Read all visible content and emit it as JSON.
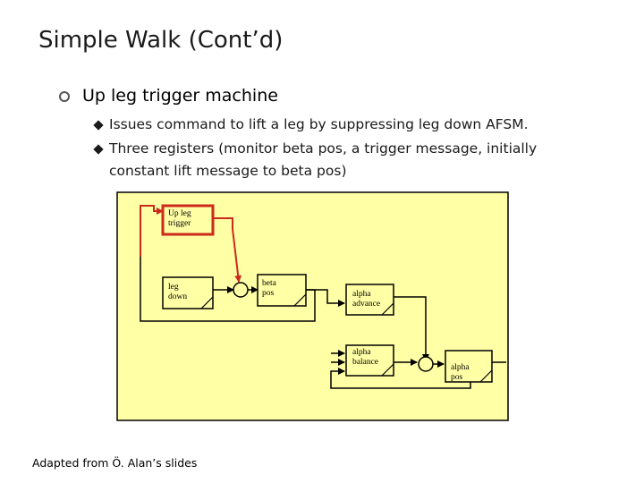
{
  "slide": {
    "title": "Simple Walk (Cont’d)",
    "bullet": "Up leg trigger machine",
    "sub_bullets": [
      "Issues command to lift a leg by suppressing leg down AFSM.",
      "Three registers (monitor beta pos, a trigger message, initially",
      "constant lift message to beta pos)"
    ],
    "footer": "Adapted from Ö. Alan’s slides"
  },
  "diagram": {
    "nodes": {
      "up_leg_trigger": "Up leg\ntrigger",
      "leg_down": "leg\ndown",
      "beta_pos": "beta\npos",
      "alpha_advance": "alpha\nadvance",
      "alpha_balance": "alpha\nbalance",
      "alpha_pos": "alpha\npos"
    },
    "colors": {
      "panel_fill": "#ffffa6",
      "highlight": "#cc2a1a",
      "line": "#000000"
    }
  }
}
